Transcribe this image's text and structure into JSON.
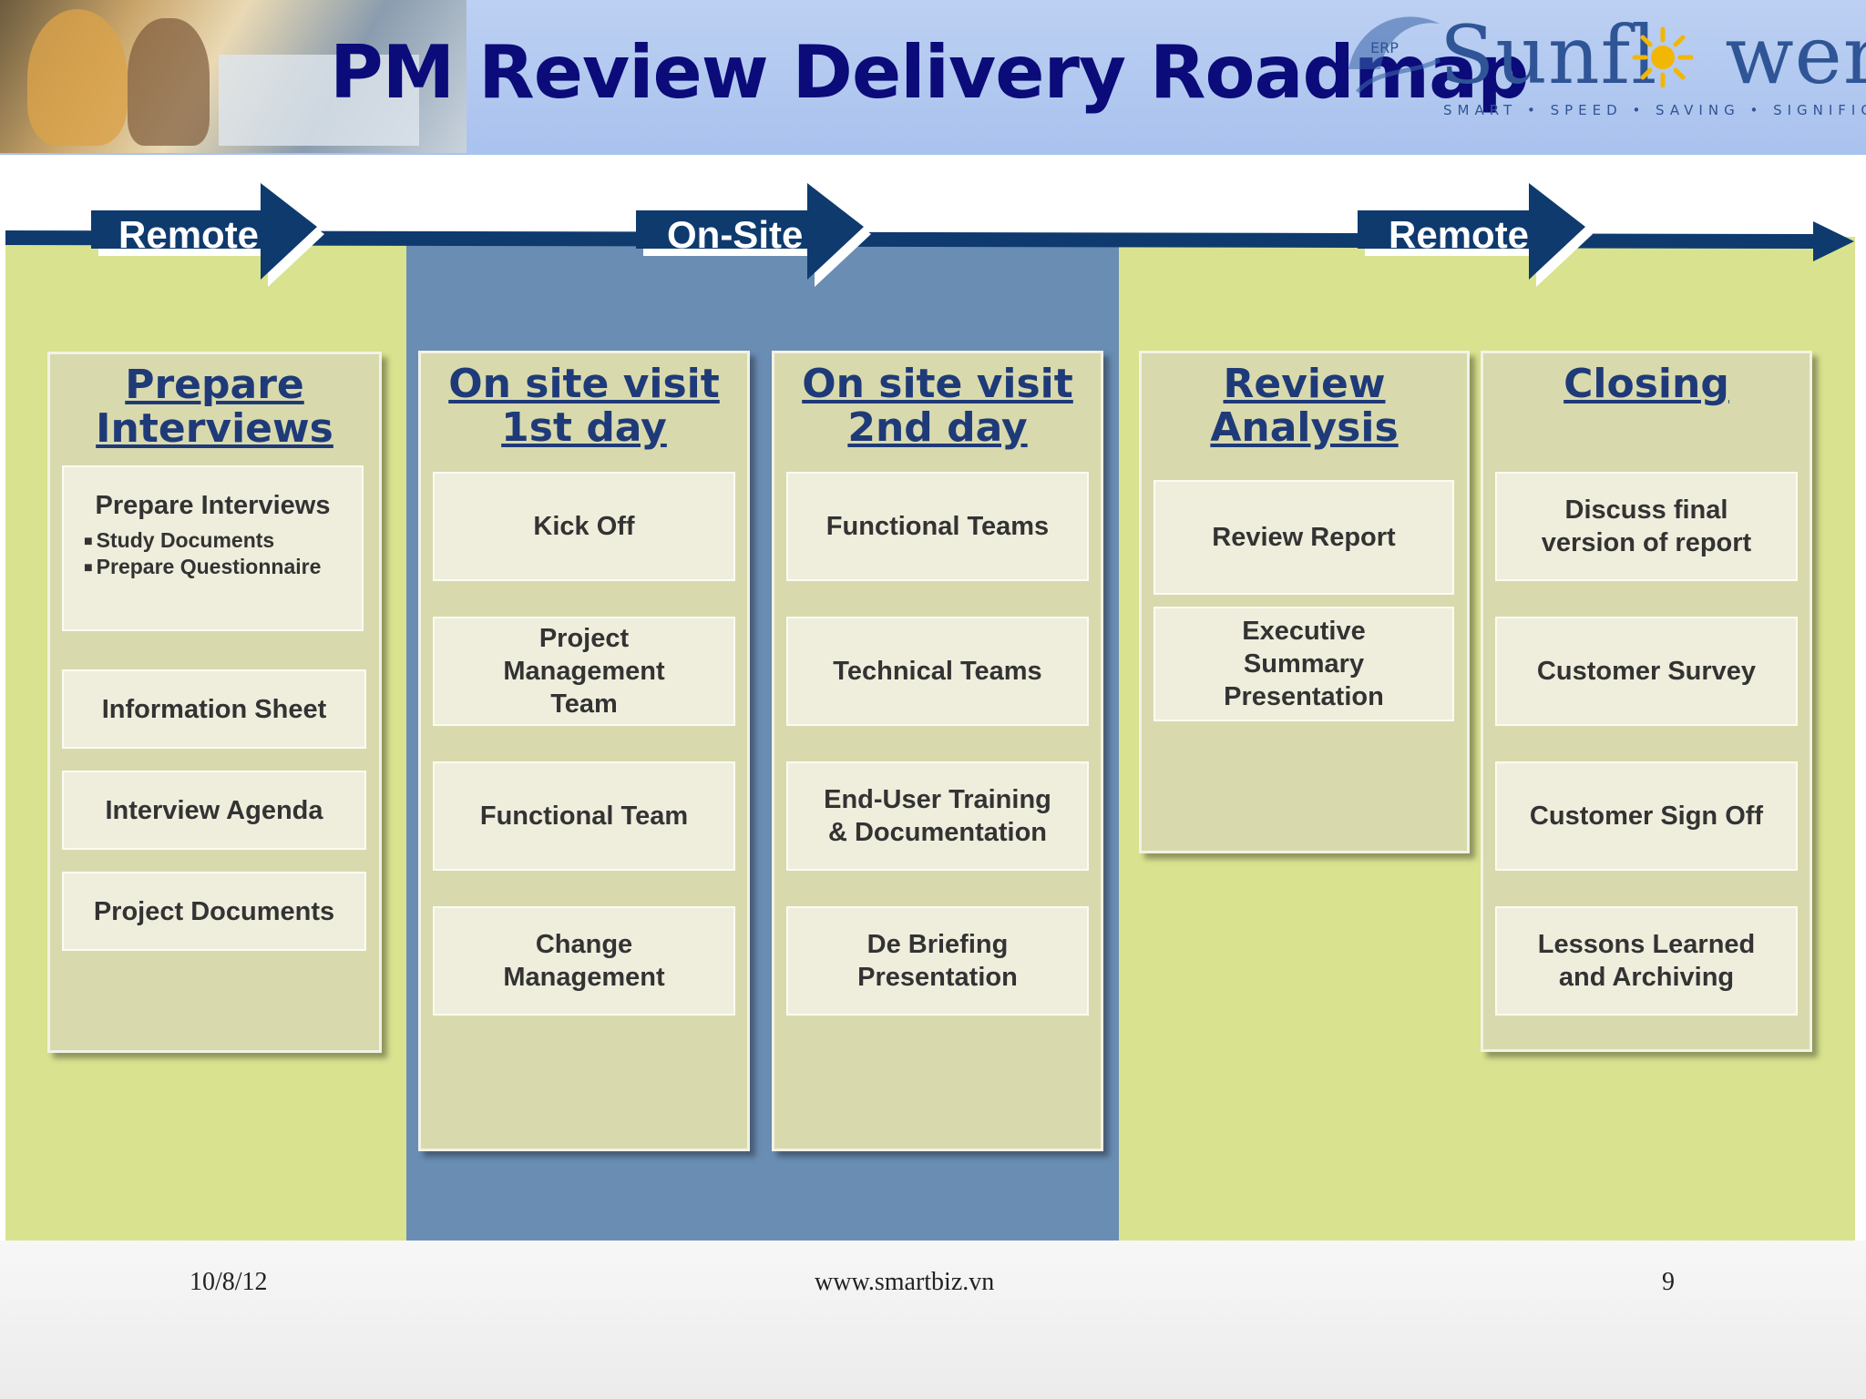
{
  "title": "PM Review Delivery Roadmap",
  "logo": {
    "word_left": "Sunfl",
    "word_right": "wer",
    "tagline": "SMART • SPEED • SAVING • SIGNIFICANT",
    "badge": "ERP"
  },
  "colors": {
    "title": "#0b0b7a",
    "flow_arrow": "#0e3a6e",
    "remote_band": "#d9e38f",
    "onsite_band": "#6a8db4",
    "column_bg": "#d8daad",
    "box_bg": "#efeedd",
    "column_title": "#1f3a78"
  },
  "phases": [
    "Remote",
    "On-Site",
    "Remote"
  ],
  "columns": [
    {
      "title": "Prepare\nInterviews",
      "prep_box": {
        "heading": "Prepare Interviews",
        "bullets": [
          "Study Documents",
          "Prepare Questionnaire"
        ]
      },
      "items": [
        "Information Sheet",
        "Interview Agenda",
        "Project Documents"
      ]
    },
    {
      "title": "On site visit\n1st day",
      "items": [
        "Kick Off",
        "Project\nManagement\nTeam",
        "Functional Team",
        "Change\nManagement"
      ]
    },
    {
      "title": "On site visit\n2nd day",
      "items": [
        "Functional Teams",
        "Technical Teams",
        "End-User Training\n& Documentation",
        "De Briefing\nPresentation"
      ]
    },
    {
      "title": "Review\nAnalysis",
      "items": [
        "Review Report",
        "Executive\nSummary\nPresentation"
      ]
    },
    {
      "title": "Closing",
      "items": [
        "Discuss final\nversion of report",
        "Customer Survey",
        "Customer Sign Off",
        "Lessons Learned\nand Archiving"
      ]
    }
  ],
  "footer": {
    "date": "10/8/12",
    "url": "www.smartbiz.vn",
    "page": "9"
  }
}
